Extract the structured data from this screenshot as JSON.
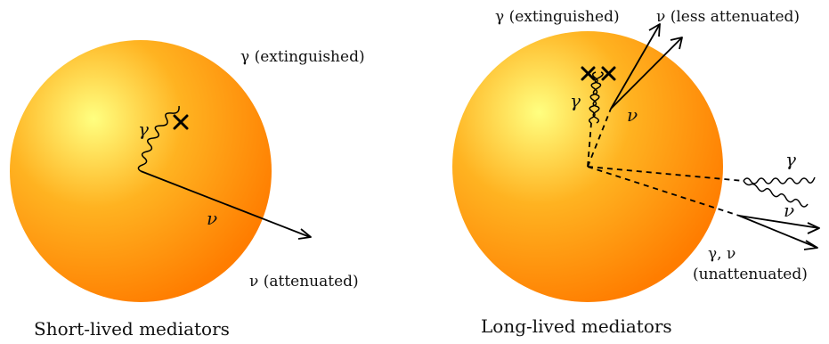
{
  "left_panel": {
    "caption": "Short-lived mediators",
    "label_photon_extinguished": "γ (extinguished)",
    "label_nu_attenuated": "ν (attenuated)",
    "photon_symbol": "γ",
    "nu_symbol": "ν"
  },
  "right_panel": {
    "caption": "Long-lived mediators",
    "label_photon_extinguished": "γ (extinguished)",
    "label_nu_less_attenuated": "ν (less attenuated)",
    "label_photon_nu": "γ, ν",
    "label_unattenuated": "(unattenuated)",
    "photon_symbol": "γ",
    "nu_symbol": "ν",
    "photon_out_symbol": "γ",
    "nu_out_symbol": "ν"
  },
  "colors": {
    "sun_core": "#ffff80",
    "sun_mid": "#ffb21f",
    "sun_edge": "#ff7f00"
  }
}
